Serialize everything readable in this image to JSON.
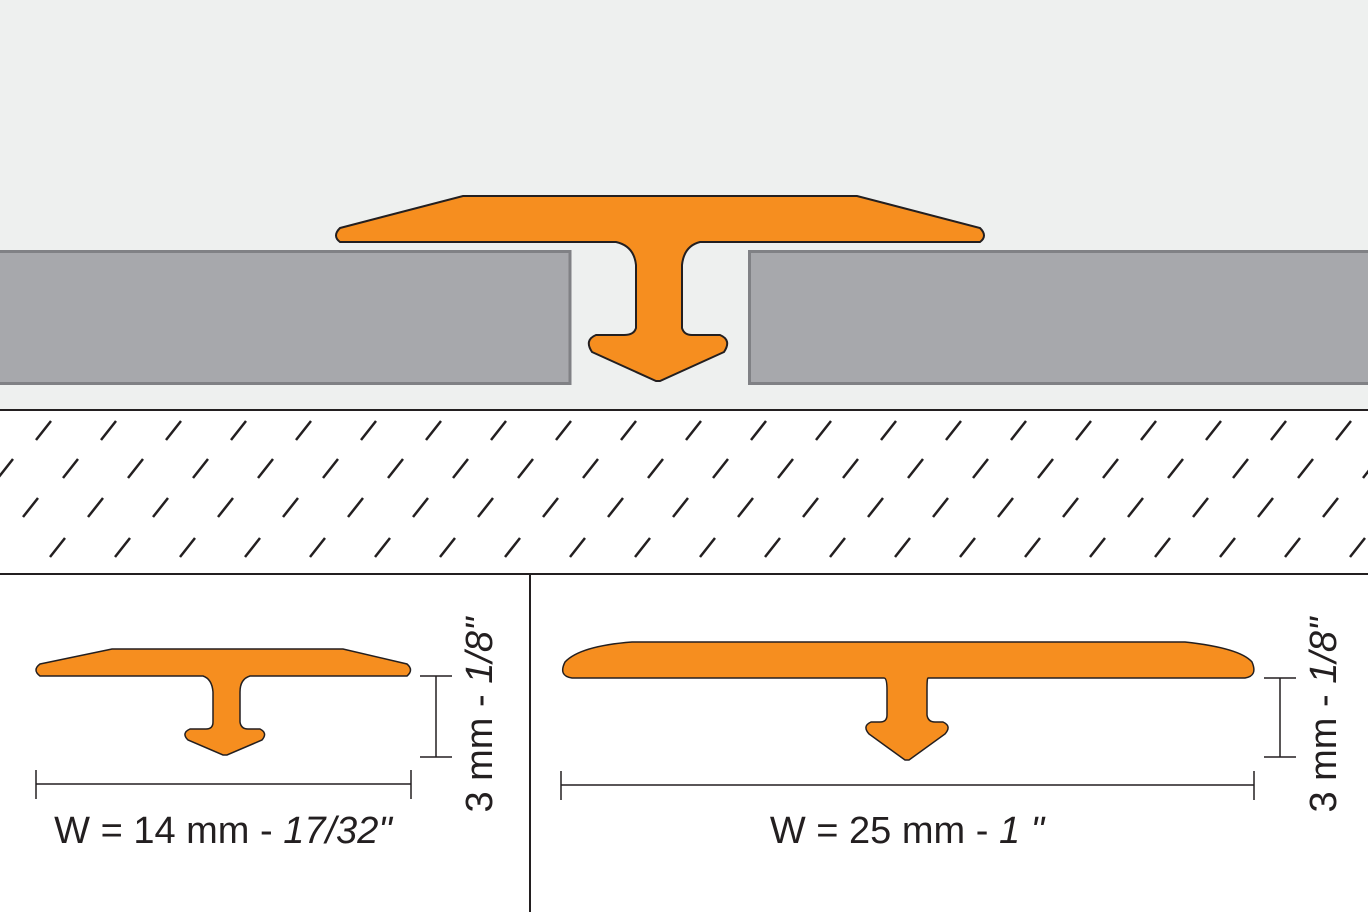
{
  "colors": {
    "profile_fill": "#f68e1f",
    "tile_fill": "#a7a8ac",
    "tile_stroke": "#808185",
    "background_top": "#eef0ef",
    "line": "#231f20"
  },
  "profile_small": {
    "width_label": "W = 14 mm - ",
    "width_label_inch": "17/32\"",
    "height_label": "3 mm - ",
    "height_label_inch": "1/8\""
  },
  "profile_large": {
    "width_label": "W = 25 mm - ",
    "width_label_inch": "1 \"",
    "height_label": "3 mm - ",
    "height_label_inch": "1/8\""
  }
}
